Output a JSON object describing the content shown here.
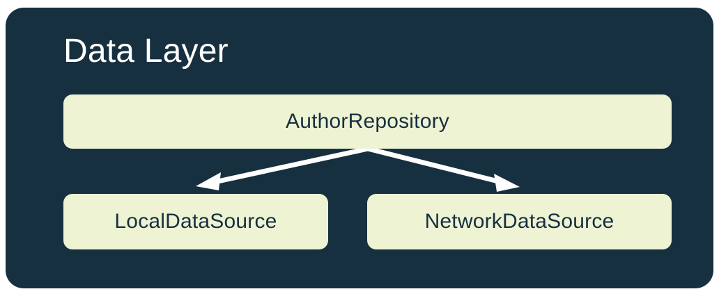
{
  "diagram": {
    "type": "architecture-layer-diagram",
    "panel": {
      "title": "Data Layer",
      "background_color": "#17303f",
      "title_color": "#ffffff"
    },
    "node_fill_color": "#eef3d4",
    "node_text_color": "#17303f",
    "edge_color": "#ffffff",
    "page_background": "#ffffff",
    "nodes": [
      {
        "id": "author-repository",
        "label": "AuthorRepository",
        "row": "top"
      },
      {
        "id": "local-data-source",
        "label": "LocalDataSource",
        "row": "bottom"
      },
      {
        "id": "network-data-source",
        "label": "NetworkDataSource",
        "row": "bottom"
      }
    ],
    "edges": [
      {
        "id": "repository-to-local",
        "from": "author-repository",
        "to": "local-data-source",
        "arrow": "single",
        "direction": "down-left"
      },
      {
        "id": "repository-to-network",
        "from": "author-repository",
        "to": "network-data-source",
        "arrow": "single",
        "direction": "down-right"
      }
    ]
  }
}
